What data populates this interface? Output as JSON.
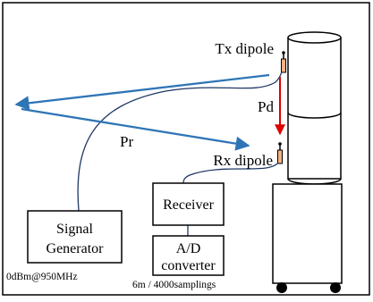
{
  "labels": {
    "tx_dipole": "Tx dipole",
    "rx_dipole": "Rx dipole",
    "pd": "Pd",
    "pr": "Pr"
  },
  "boxes": {
    "signal_generator": {
      "line1": "Signal",
      "line2": "Generator"
    },
    "receiver": {
      "text": "Receiver"
    },
    "ad_converter": {
      "line1": "A/D",
      "line2": "converter"
    }
  },
  "notes": {
    "generator_setting": "0dBm@950MHz",
    "sampling": "6m / 4000samplings"
  },
  "colors": {
    "arrow_blue": "#2E75B6",
    "pd_arrow_red": "#E00000",
    "cable_blue": "#1F3864",
    "dipole_fill": "#F4B183",
    "outline": "#000000"
  }
}
